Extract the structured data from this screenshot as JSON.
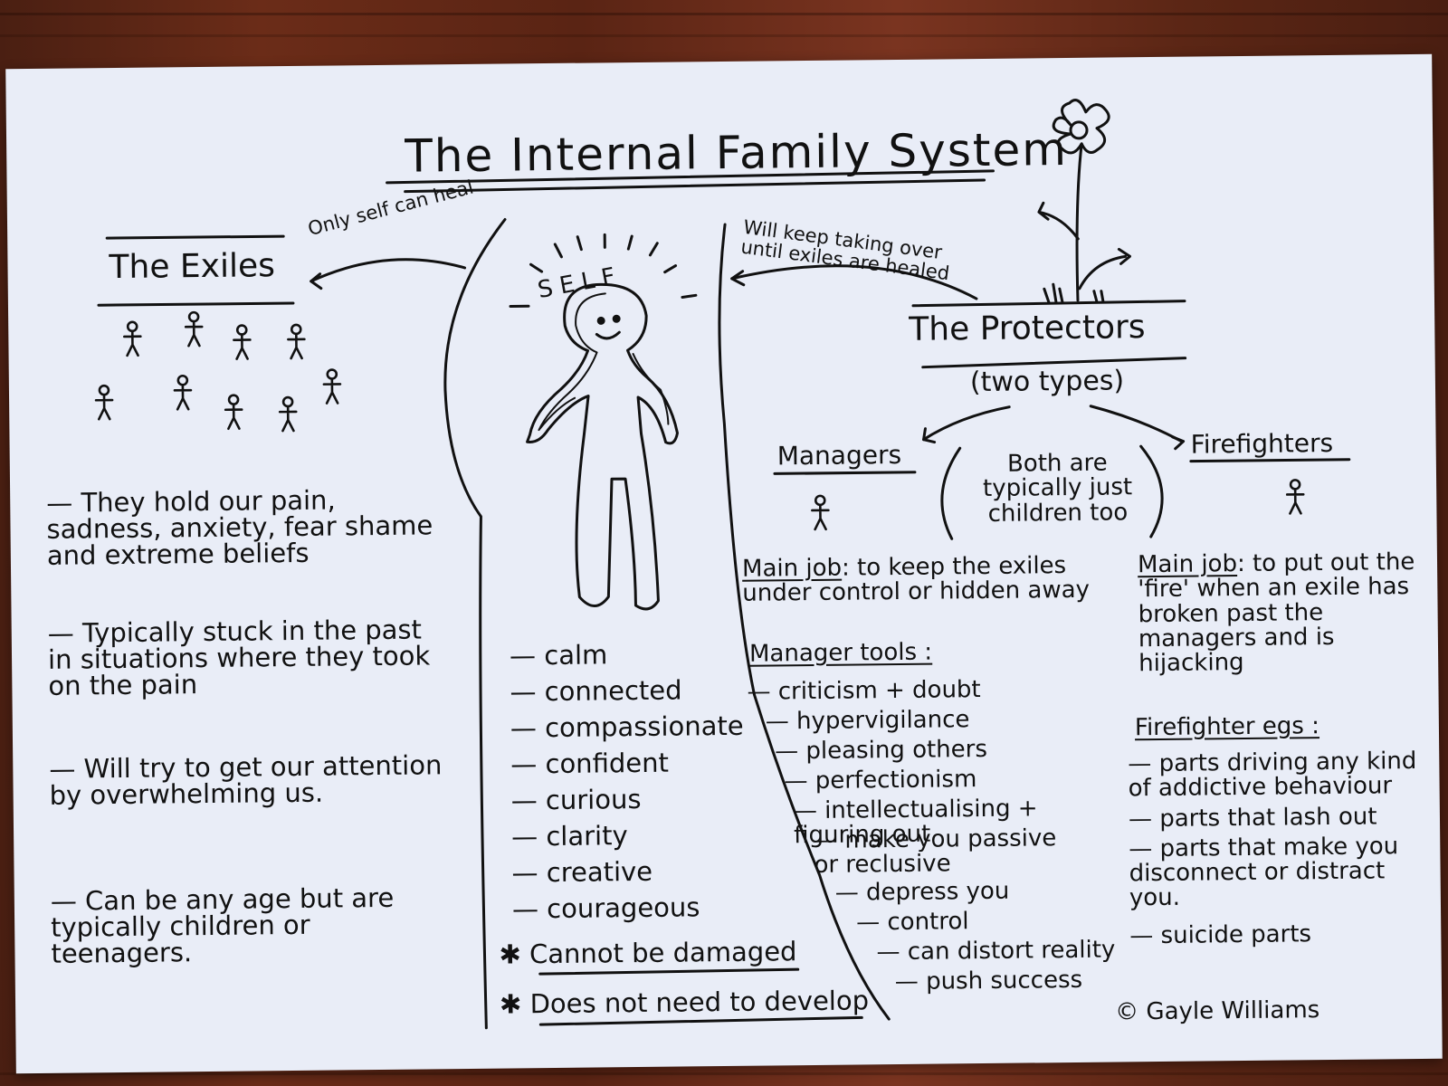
{
  "title": "The Internal Family System",
  "exiles": {
    "heading": "The Exiles",
    "arrow_note": "Only self can heal",
    "points": [
      "— They hold our pain, sadness, anxiety, fear shame and extreme beliefs",
      "— Typically stuck in the past in situations where they took on the pain",
      "— Will try to get our attention by overwhelming us.",
      "— Can be any age but are typically children or teenagers."
    ]
  },
  "self": {
    "label": "SELF",
    "qualities": [
      "— calm",
      "— connected",
      "— compassionate",
      "— confident",
      "— curious",
      "— clarity",
      "— creative",
      "— courageous"
    ],
    "notes": [
      "Cannot be damaged",
      "Does not need to develop"
    ],
    "star": "✱"
  },
  "protectors": {
    "arrow_note": "Will keep taking over until exiles are healed",
    "heading": "The Protectors",
    "subheading": "(two types)",
    "both_note": "Both are typically just children too"
  },
  "managers": {
    "heading": "Managers",
    "main_job_label": "Main job",
    "main_job": ": to keep the exiles under control or hidden away",
    "tools_heading": "Manager tools :",
    "tools": [
      "— criticism + doubt",
      "— hypervigilance",
      "— pleasing others",
      "— perfectionism",
      "— intellectualising + figuring out",
      "— make you passive or reclusive",
      "— depress you",
      "— control",
      "— can distort reality",
      "— push success"
    ]
  },
  "firefighters": {
    "heading": "Firefighters",
    "main_job_label": "Main job",
    "main_job": ": to put out the 'fire' when an exile has broken past the managers and is hijacking",
    "egs_heading": "Firefighter egs :",
    "egs": [
      "— parts driving any kind of addictive behaviour",
      "— parts that lash out",
      "— parts that make you disconnect or distract you.",
      "— suicide parts"
    ]
  },
  "signature": "© Gayle Williams"
}
